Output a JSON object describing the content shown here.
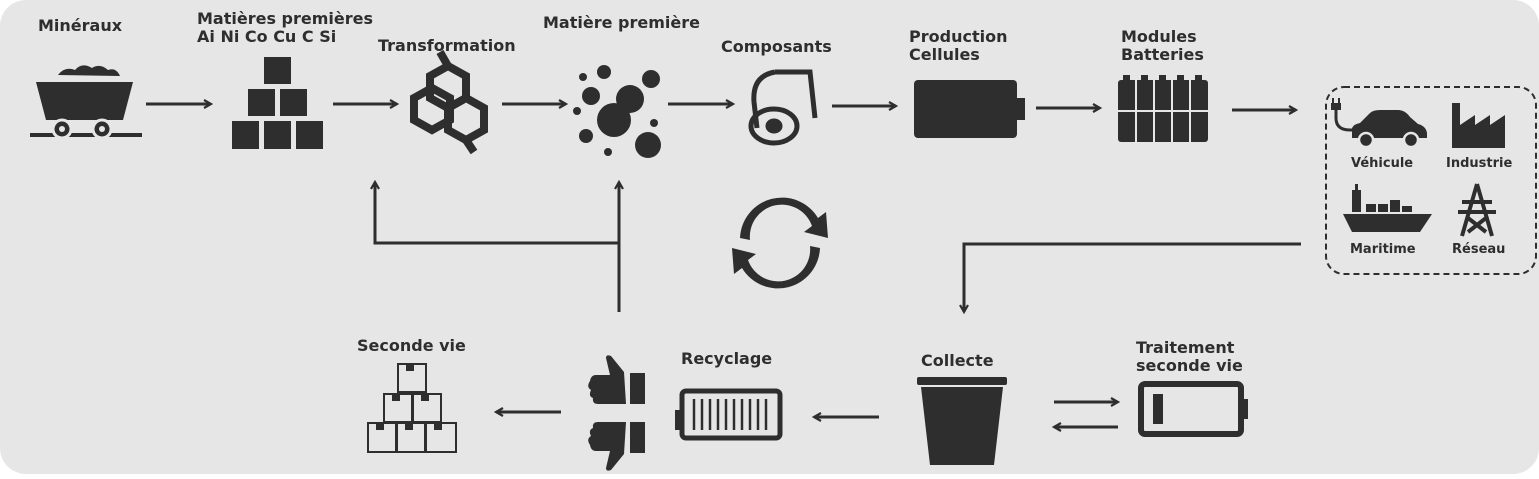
{
  "colors": {
    "background": "#e6e6e6",
    "ink": "#2e2e2e"
  },
  "labels": {
    "mineraux": "Minéraux",
    "matieres_line1": "Matières premières",
    "matieres_line2": "Ai Ni Co Cu C Si",
    "transformation": "Transformation",
    "matiere_premiere": "Matière première",
    "composants": "Composants",
    "production_line1": "Production",
    "production_line2": "Cellules",
    "modules_line1": "Modules",
    "modules_line2": "Batteries",
    "vehicule": "Véhicule",
    "industrie": "Industrie",
    "maritime": "Maritime",
    "reseau": "Réseau",
    "seconde_vie": "Seconde vie",
    "recyclage": "Recyclage",
    "collecte": "Collecte",
    "traitement_line1": "Traitement",
    "traitement_line2": "seconde vie"
  },
  "icons": [
    "mine-cart-icon",
    "cube-stack-icon",
    "hexagon-molecule-icon",
    "particles-icon",
    "foil-roll-icon",
    "battery-cell-icon",
    "battery-modules-icon",
    "car-plug-icon",
    "factory-icon",
    "ship-icon",
    "pylon-icon",
    "recycle-cycle-icon",
    "box-pyramid-icon",
    "thumbs-up-icon",
    "thumbs-down-icon",
    "battery-recycling-icon",
    "bin-icon",
    "battery-low-icon"
  ]
}
